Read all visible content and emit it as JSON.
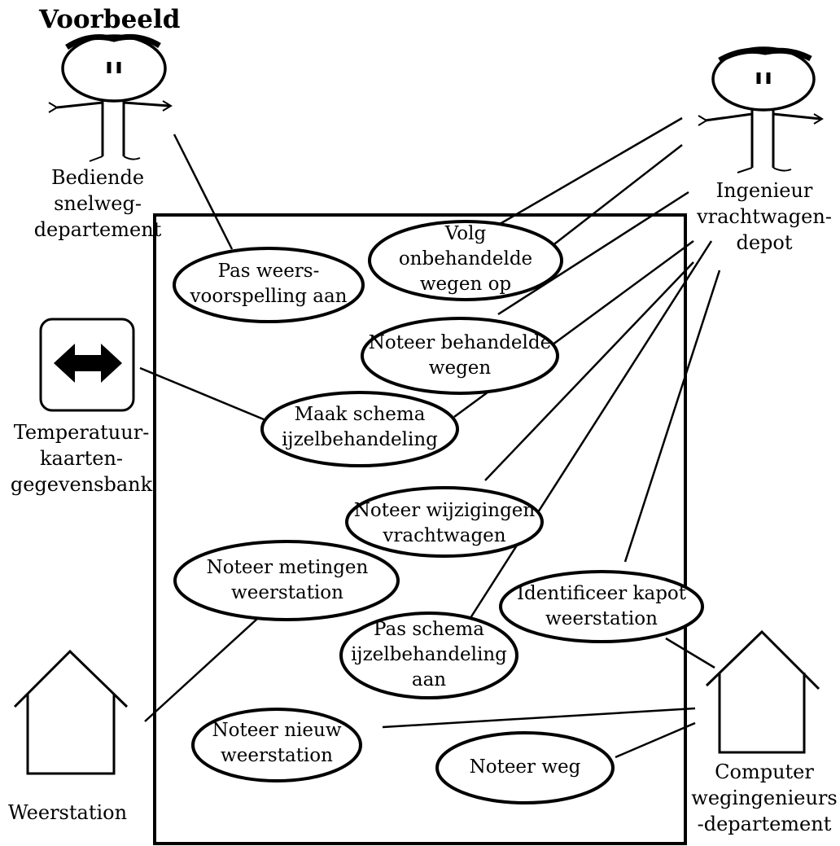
{
  "title": "Voorbeeld",
  "actors": {
    "bediende": [
      "Bediende",
      "snelweg-",
      "departement"
    ],
    "ingenieur": [
      "Ingenieur",
      "vrachtwagen-",
      "depot"
    ],
    "temperatuur": [
      "Temperatuur-",
      "kaarten-",
      "gegevensbank"
    ],
    "weerstation": [
      "Weerstation"
    ],
    "computer": [
      "Computer",
      "wegingenieurs",
      "-departement"
    ]
  },
  "use_cases": {
    "pas_weersvoorspelling": [
      "Pas weers-",
      "voorspelling aan"
    ],
    "volg_onbehandelde": [
      "Volg",
      "onbehandelde",
      "wegen op"
    ],
    "noteer_behandelde": [
      "Noteer behandelde",
      "wegen"
    ],
    "maak_schema": [
      "Maak schema",
      "ijzelbehandeling"
    ],
    "noteer_wijzigingen": [
      "Noteer wijzigingen",
      "vrachtwagen"
    ],
    "noteer_metingen": [
      "Noteer metingen",
      "weerstation"
    ],
    "identificeer_kapot": [
      "Identificeer kapot",
      "weerstation"
    ],
    "pas_schema": [
      "Pas schema",
      "ijzelbehandeling",
      "aan"
    ],
    "noteer_nieuw": [
      "Noteer nieuw",
      "weerstation"
    ],
    "noteer_weg": [
      "Noteer weg"
    ]
  }
}
